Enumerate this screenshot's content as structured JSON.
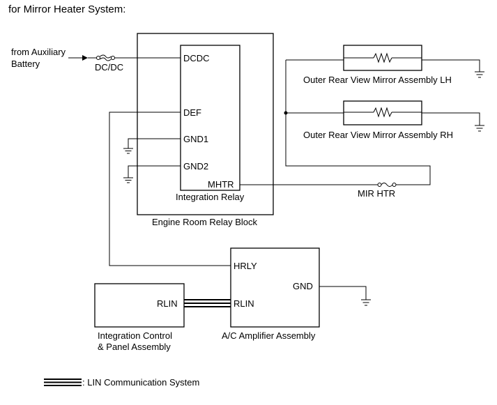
{
  "title": "for Mirror Heater System:",
  "source": {
    "line1": "from Auxiliary",
    "line2": "Battery"
  },
  "fuses": {
    "dcdc": "DC/DC",
    "mir_htr": "MIR HTR"
  },
  "engine_room_relay_block": {
    "label": "Engine Room Relay Block",
    "integration_relay": {
      "label": "Integration Relay",
      "pins": {
        "dcdc": "DCDC",
        "def": "DEF",
        "gnd1": "GND1",
        "gnd2": "GND2",
        "mhtr": "MHTR"
      }
    }
  },
  "mirrors": {
    "lh": "Outer Rear View Mirror Assembly LH",
    "rh": "Outer Rear View Mirror Assembly RH"
  },
  "ac_amplifier": {
    "label": "A/C Amplifier Assembly",
    "pins": {
      "hrly": "HRLY",
      "rlin": "RLIN",
      "gnd": "GND"
    }
  },
  "integration_control": {
    "line1": "Integration Control",
    "line2": "& Panel Assembly",
    "pins": {
      "rlin": "RLIN"
    }
  },
  "legend": {
    "lin": ": LIN Communication System"
  }
}
